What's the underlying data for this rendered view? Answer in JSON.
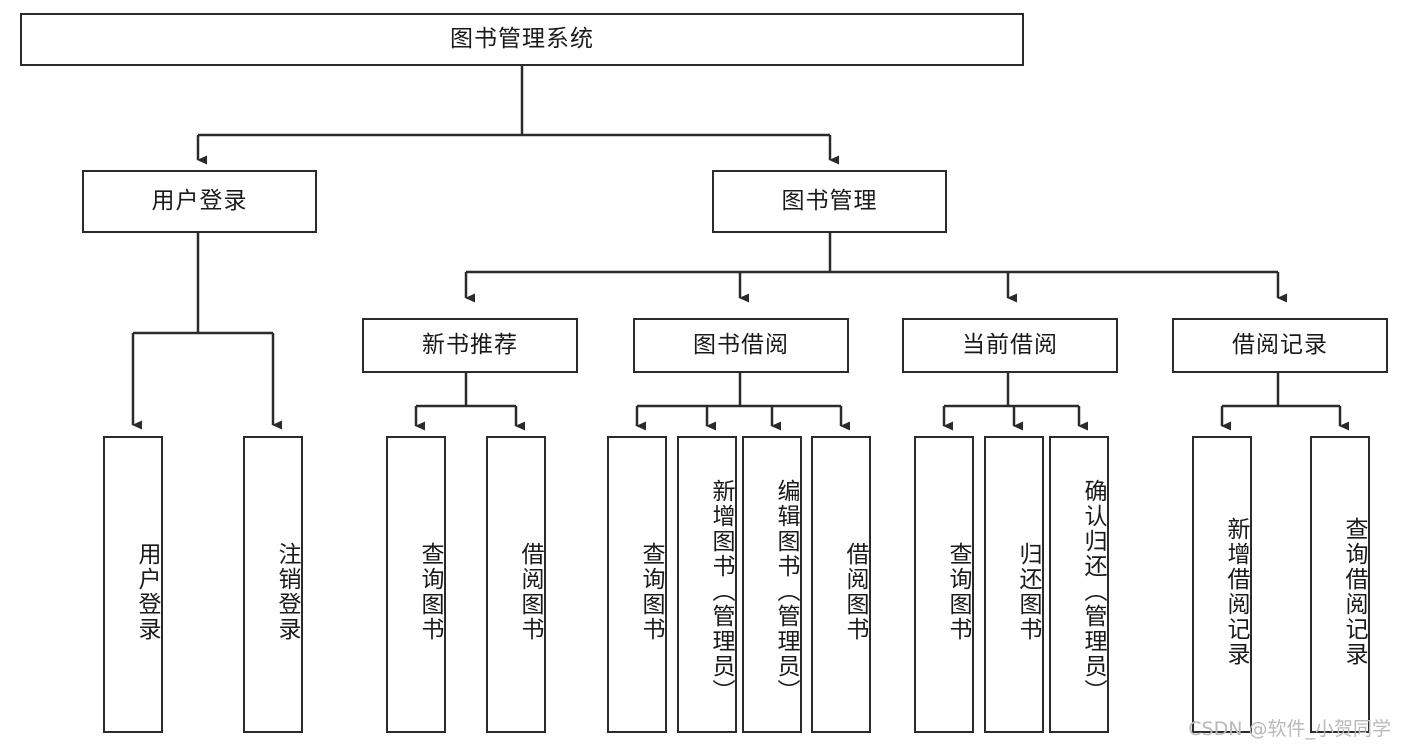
{
  "diagram": {
    "title": "图书管理系统",
    "watermark": "CSDN @软件_小贺同学",
    "colors": {
      "stroke": "#2b2b2b",
      "fill": "#ffffff",
      "text": "#1a1a1a",
      "watermark": "#b9b9b9"
    },
    "nodes": {
      "root": "图书管理系统",
      "user_login": "用户登录",
      "book_manage": "图书管理",
      "new_book_recommend": "新书推荐",
      "book_borrow": "图书借阅",
      "current_borrow": "当前借阅",
      "borrow_record": "借阅记录",
      "leaf_user_login": "用户登录",
      "leaf_logout": "注销登录",
      "leaf_query_book_1": "查询图书",
      "leaf_borrow_book_1": "借阅图书",
      "leaf_query_book_2": "查询图书",
      "leaf_add_book_admin": "新增图书（管理员）",
      "leaf_edit_book_admin": "编辑图书（管理员）",
      "leaf_borrow_book_2": "借阅图书",
      "leaf_query_book_3": "查询图书",
      "leaf_return_book": "归还图书",
      "leaf_confirm_return_admin": "确认归还（管理员）",
      "leaf_add_record": "新增借阅记录",
      "leaf_query_record": "查询借阅记录"
    }
  }
}
